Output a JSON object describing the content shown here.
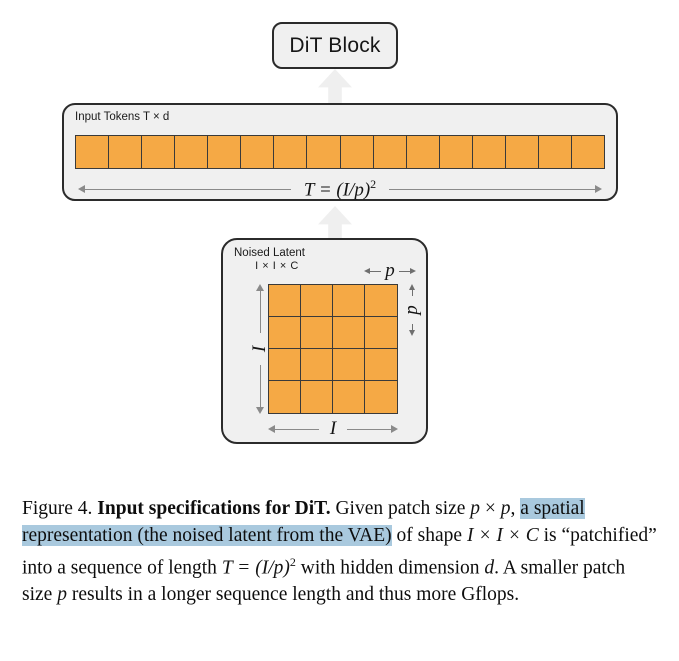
{
  "figure": {
    "block": {
      "label": "DiT Block"
    },
    "tokens": {
      "panel_label": "Input Tokens T × d",
      "count": 16,
      "measure_formula_main": "T = (I/p)",
      "measure_formula_exp": "2"
    },
    "latent": {
      "title": "Noised Latent",
      "dims": "I × I × C",
      "grid_rows": 4,
      "grid_cols": 4,
      "height_label": "I",
      "width_label": "I",
      "patch_label_h": "p",
      "patch_label_v": "p"
    },
    "arrows": {
      "latent_to_tokens": "up-arrow",
      "tokens_to_block": "up-arrow"
    },
    "colors": {
      "patch_fill": "#f5a945",
      "patch_stroke": "#3a3a3a",
      "panel_fill": "#f0f0f0",
      "panel_stroke": "#2b2b2b",
      "arrow_fill": "#efefef",
      "highlight": "#a9c9de"
    }
  },
  "caption": {
    "figure_number": "Figure 4.",
    "bold_title": "Input specifications for DiT.",
    "text_1": " Given patch size ",
    "math_p1": "p",
    "times_1": " × ",
    "math_p2": "p",
    "comma_1": ",",
    "highlighted": "a spatial representation (the noised latent from the VAE)",
    "text_2": " of shape",
    "math_shape": "I × I × C",
    "text_3": " is “patchified” into a sequence of length ",
    "math_T_main": "T = (I/p)",
    "math_T_exp": "2",
    "text_4": "with hidden dimension ",
    "math_d": "d",
    "text_5": ". A smaller patch size ",
    "math_p3": "p",
    "text_6": " results in a longer",
    "text_7": "sequence length and thus more Gflops."
  }
}
